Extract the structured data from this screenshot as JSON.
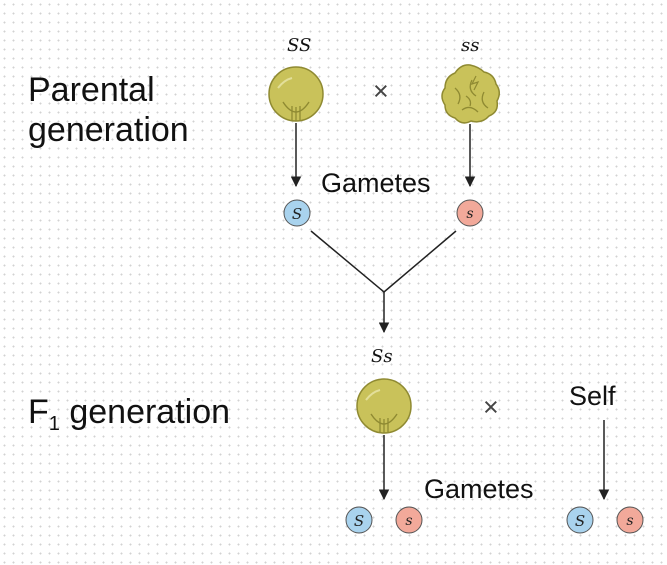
{
  "labels": {
    "parental_line1": "Parental",
    "parental_line2": "generation",
    "f1_prefix": "F",
    "f1_subscript": "1",
    "f1_suffix": " generation",
    "gametes_top": "Gametes",
    "gametes_bottom": "Gametes",
    "self": "Self",
    "cross_top": "×",
    "cross_bottom": "×"
  },
  "genotypes": {
    "parent_round": "SS",
    "parent_wrinkled": "ss",
    "f1": "Ss"
  },
  "alleles": {
    "dominant": "S",
    "recessive": "s"
  },
  "colors": {
    "seed_fill": "#c9c25a",
    "seed_stroke": "#8f8a32",
    "dominant_gamete": "#a9d3ee",
    "recessive_gamete": "#f2a99a",
    "arrow": "#222222"
  }
}
